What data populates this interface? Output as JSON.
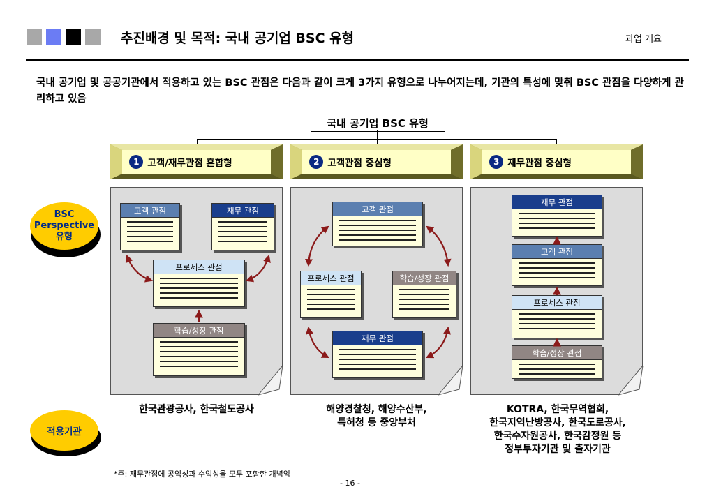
{
  "header": {
    "title": "추진배경 및 목적: 국내 공기업 BSC 유형",
    "section": "과업 개요",
    "colors": {
      "square1": "#a8a8a8",
      "square2": "#6b7cf4",
      "square3": "#000000",
      "square4": "#a8a8a8"
    }
  },
  "intro": "국내 공기업 및 공공기관에서 적용하고 있는 BSC 관점은 다음과 같이 크게 3가지 유형으로 나누어지는데, 기관의 특성에 맞춰 BSC 관점을 다양하게 관리하고 있음",
  "diagram_title": "국내 공기업 BSC 유형",
  "types": [
    {
      "num": "1",
      "label": "고객/재무관점 혼합형"
    },
    {
      "num": "2",
      "label": "고객관점 중심형"
    },
    {
      "num": "3",
      "label": "재무관점 중심형"
    }
  ],
  "row_labels": {
    "perspective": [
      "BSC",
      "Perspective",
      "유형"
    ],
    "institution": "적용기관"
  },
  "panel1": {
    "customer": "고객 관점",
    "finance": "재무 관점",
    "process": "프로세스 관점",
    "learning": "학습/성장 관점"
  },
  "panel2": {
    "customer": "고객 관점",
    "process": "프로세스 관점",
    "learning": "학습/성장 관점",
    "finance": "재무 관점"
  },
  "panel3": {
    "finance": "재무 관점",
    "customer": "고객 관점",
    "process": "프로세스 관점",
    "learning": "학습/성장 관점"
  },
  "institutions": [
    [
      "한국관광공사, 한국철도공사"
    ],
    [
      "해양경찰청, 해양수산부,",
      "특허청 등 중앙부처"
    ],
    [
      "KOTRA, 한국무역협회,",
      "한국지역난방공사, 한국도로공사,",
      "한국수자원공사, 한국감정원 등",
      "정부투자기관 및 출자기관"
    ]
  ],
  "footnote": "*주: 재무관점에 공익성과 수익성을 모두 포함한 개념임",
  "page_number": "- 16 -"
}
